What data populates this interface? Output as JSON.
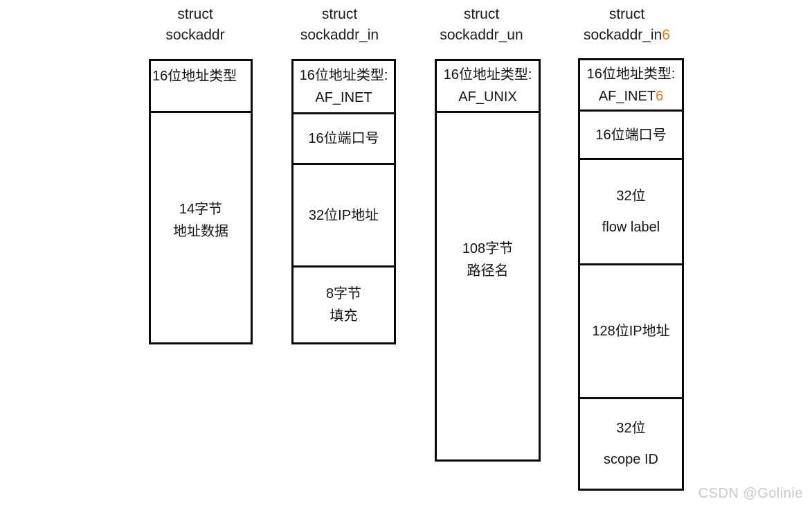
{
  "watermark": "CSDN @Golinie",
  "columns": [
    {
      "id": "sockaddr",
      "title_lines": [
        "struct",
        "sockaddr"
      ],
      "sections": [
        {
          "name": "address-family",
          "lines": [
            "16位地址类型"
          ]
        },
        {
          "name": "address-data",
          "lines": [
            "14字节",
            "地址数据"
          ]
        }
      ]
    },
    {
      "id": "sockaddr_in",
      "title_lines": [
        "struct",
        "sockaddr_in"
      ],
      "sections": [
        {
          "name": "address-family",
          "lines": [
            "16位地址类型:",
            "AF_INET"
          ]
        },
        {
          "name": "port-number",
          "lines": [
            "16位端口号"
          ]
        },
        {
          "name": "ip-address",
          "lines": [
            "32位IP地址"
          ]
        },
        {
          "name": "padding",
          "lines": [
            "8字节",
            "填充"
          ]
        }
      ]
    },
    {
      "id": "sockaddr_un",
      "title_lines": [
        "struct",
        "sockaddr_un"
      ],
      "sections": [
        {
          "name": "address-family",
          "lines": [
            "16位地址类型:",
            "AF_UNIX"
          ]
        },
        {
          "name": "pathname",
          "lines": [
            "108字节",
            "路径名"
          ]
        }
      ]
    },
    {
      "id": "sockaddr_in6",
      "title_lines": [
        "struct",
        {
          "text": "sockaddr_in",
          "suffix": {
            "text": "6",
            "color": "#e07c1e"
          }
        }
      ],
      "sections": [
        {
          "name": "address-family",
          "lines": [
            "16位地址类型:",
            {
              "text": "AF_INET",
              "suffix": {
                "text": "6",
                "color": "#e07c1e"
              }
            }
          ]
        },
        {
          "name": "port-number",
          "lines": [
            "16位端口号"
          ]
        },
        {
          "name": "flow-label",
          "lines": [
            "32位",
            "flow label"
          ]
        },
        {
          "name": "ip-address-128",
          "lines": [
            "128位IP地址"
          ]
        },
        {
          "name": "scope-id",
          "lines": [
            "32位",
            "scope ID"
          ]
        }
      ]
    }
  ]
}
